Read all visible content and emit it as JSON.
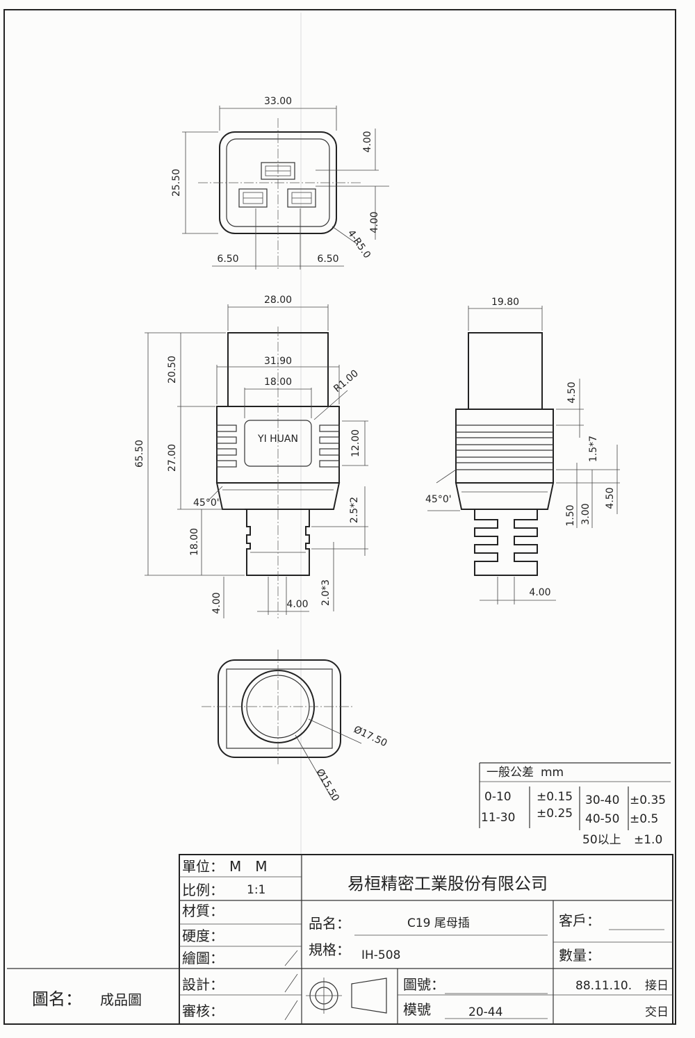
{
  "views": {
    "front": {
      "width": "33.00",
      "height": "25.50",
      "top_offset": "4.00",
      "bottom_offset": "4.00",
      "corner_radius": "4-R5.0",
      "left_pitch": "6.50",
      "right_pitch": "6.50"
    },
    "side": {
      "top_width": "28.00",
      "body_width": "31.90",
      "label_width": "18.00",
      "fillet": "R1.00",
      "logo": "YI HUAN",
      "overall_length": "65.50",
      "head_length": "20.50",
      "body_length": "27.00",
      "tail_length": "18.00",
      "label_height": "12.00",
      "chamfer": "45°0'",
      "rib_a": "2.5*2",
      "rib_b": "2.0*3",
      "end_thickness": "4.00",
      "end_gap": "4.00"
    },
    "profile": {
      "width": "19.80",
      "top_step": "4.50",
      "rib_pitch": "1.5*7",
      "bottom_step": "4.50",
      "gap_a": "1.50",
      "gap_b": "3.00",
      "chamfer": "45°0'",
      "tail_gap": "4.00"
    },
    "end": {
      "outer_dia": "Ø17.50",
      "inner_dia": "Ø15.50"
    }
  },
  "tolerance": {
    "title": "一般公差",
    "unit": "mm",
    "r1": "0-10",
    "r1_tol": "±0.15",
    "r2": "11-30",
    "r2_tol": "±0.25",
    "r3": "30-40",
    "r3_tol": "±0.35",
    "r4": "40-50",
    "r4_tol": "±0.5",
    "r5": "50以上",
    "r5_tol": "±1.0"
  },
  "title_block": {
    "unit_label": "單位：",
    "unit_value": "M　M",
    "scale_label": "比例：",
    "scale_value": "1:1",
    "material_label": "材質：",
    "hardness_label": "硬度：",
    "drawn_label": "繪圖：",
    "design_label": "設計：",
    "review_label": "審核：",
    "company": "易桓精密工業股份有限公司",
    "name_label": "品名：",
    "name_value": "C19 尾母插",
    "spec_label": "規格：",
    "spec_value": "IH-508",
    "customer_label": "客戶：",
    "quantity_label": "數量：",
    "drawing_no_label": "圖號：",
    "mold_no_label": "模號",
    "mold_no_value": "20-44",
    "date": "88.11.10.",
    "received_label": "接日",
    "delivered_label": "交日",
    "drawing_name_label": "圖名：",
    "drawing_name_value": "成品圖"
  }
}
